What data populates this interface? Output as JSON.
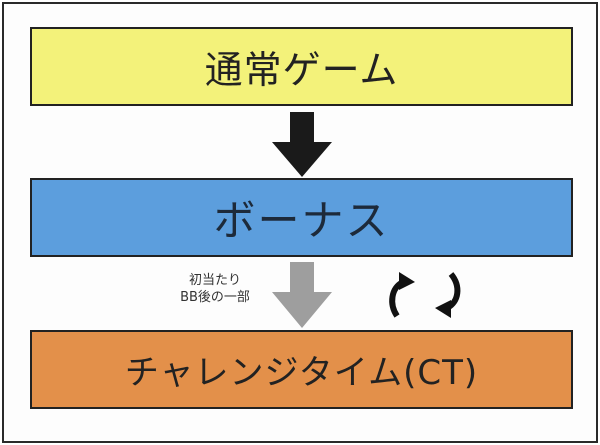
{
  "boxes": {
    "normal_game": "通常ゲーム",
    "bonus": "ボーナス",
    "challenge_time": "チャレンジタイム(CT)"
  },
  "transition_note": {
    "line1": "初当たり",
    "line2": "BB後の一部"
  },
  "colors": {
    "normal_game": "#f3f27a",
    "bonus": "#5c9edd",
    "challenge_time": "#e3904a",
    "arrow_primary": "#1a1a1a",
    "arrow_secondary": "#9e9e9e"
  },
  "icons": [
    "down-arrow-icon",
    "down-arrow-icon",
    "cycle-arrows-icon"
  ]
}
